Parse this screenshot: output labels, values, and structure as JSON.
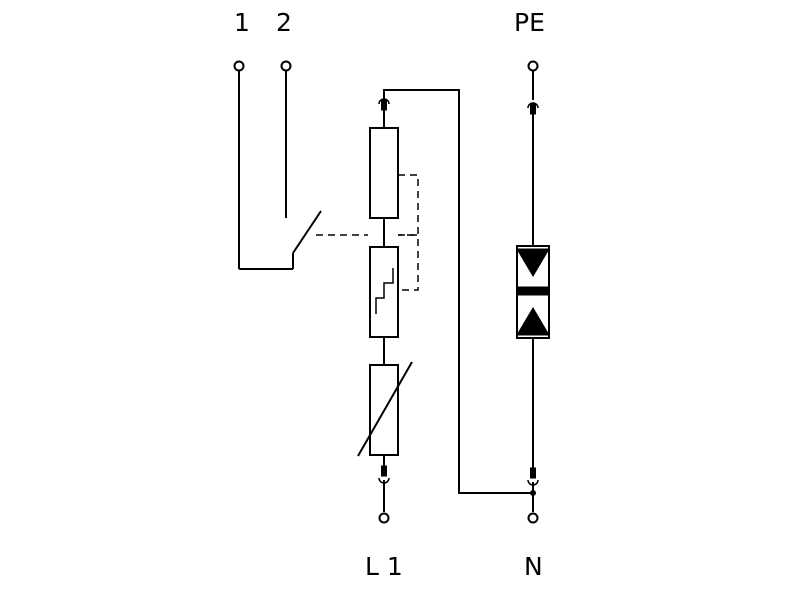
{
  "labels": {
    "terminal_1": "1",
    "terminal_2": "2",
    "terminal_pe": "PE",
    "terminal_l1": "L 1",
    "terminal_n": "N"
  }
}
